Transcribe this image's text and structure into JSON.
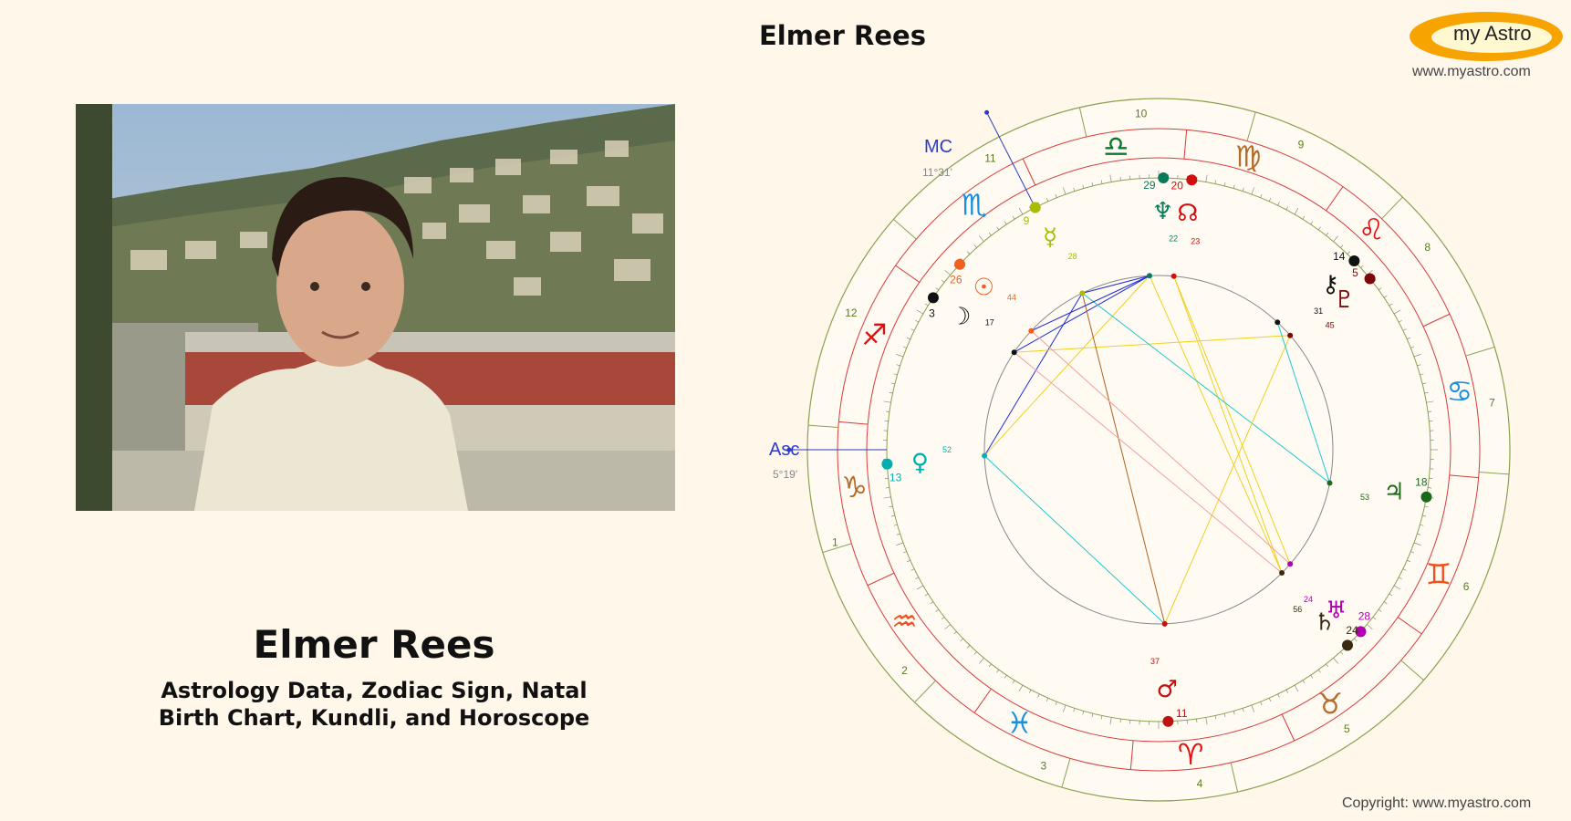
{
  "header": {
    "title": "Elmer Rees"
  },
  "logo": {
    "text": "my Astro",
    "url": "www.myastro.com",
    "accent": "#f7a300"
  },
  "photo": {
    "alt": "Elmer Rees portrait"
  },
  "main": {
    "name": "Elmer Rees",
    "subtitle_line1": "Astrology Data, Zodiac Sign, Natal",
    "subtitle_line2": "Birth Chart, Kundli, and Horoscope"
  },
  "chart": {
    "mc_label": "MC",
    "mc_degree": "11°31'",
    "asc_label": "Asc",
    "asc_degree": "5°19'",
    "house_numbers": [
      "1",
      "2",
      "3",
      "4",
      "5",
      "6",
      "7",
      "8",
      "9",
      "10",
      "11",
      "12"
    ],
    "signs": [
      {
        "glyph": "♈",
        "name": "aries",
        "color": "#e01010"
      },
      {
        "glyph": "♉",
        "name": "taurus",
        "color": "#b56b2a"
      },
      {
        "glyph": "♊",
        "name": "gemini",
        "color": "#f0501e"
      },
      {
        "glyph": "♋",
        "name": "cancer",
        "color": "#1a8fe0"
      },
      {
        "glyph": "♌",
        "name": "leo",
        "color": "#e01010"
      },
      {
        "glyph": "♍",
        "name": "virgo",
        "color": "#b56b2a"
      },
      {
        "glyph": "♎",
        "name": "libra",
        "color": "#0a7a30"
      },
      {
        "glyph": "♏",
        "name": "scorpio",
        "color": "#1a8fe0"
      },
      {
        "glyph": "♐",
        "name": "sagittarius",
        "color": "#e01010"
      },
      {
        "glyph": "♑",
        "name": "capricorn",
        "color": "#b56b2a"
      },
      {
        "glyph": "♒",
        "name": "aquarius",
        "color": "#f0501e"
      },
      {
        "glyph": "♓",
        "name": "pisces",
        "color": "#1a8fe0"
      }
    ],
    "planets": [
      {
        "name": "neptune",
        "glyph": "♆",
        "deg": "29",
        "min": "22",
        "color": "#0a7a5a"
      },
      {
        "name": "north-node",
        "glyph": "☊",
        "deg": "20",
        "min": "23",
        "color": "#d01010"
      },
      {
        "name": "mercury",
        "glyph": "☿",
        "deg": "9",
        "min": "28",
        "color": "#aabb00"
      },
      {
        "name": "sun",
        "glyph": "☉",
        "deg": "26",
        "min": "44",
        "color": "#f06020"
      },
      {
        "name": "moon",
        "glyph": "☽",
        "deg": "3",
        "min": "17",
        "color": "#111111"
      },
      {
        "name": "chiron",
        "glyph": "⚷",
        "deg": "14",
        "min": "31",
        "color": "#111111"
      },
      {
        "name": "pluto",
        "glyph": "♇",
        "deg": "5",
        "min": "45",
        "color": "#7a0a0a"
      },
      {
        "name": "venus",
        "glyph": "♀",
        "deg": "13",
        "min": "52",
        "color": "#00b0b0"
      },
      {
        "name": "jupiter",
        "glyph": "♃",
        "deg": "18",
        "min": "53",
        "color": "#1a6a1a"
      },
      {
        "name": "uranus",
        "glyph": "♅",
        "deg": "28",
        "min": "24",
        "color": "#b000b0"
      },
      {
        "name": "saturn",
        "glyph": "♄",
        "deg": "24",
        "min": "56",
        "color": "#3a2a10"
      },
      {
        "name": "mars",
        "glyph": "♂",
        "deg": "11",
        "min": "37",
        "color": "#c01010"
      }
    ]
  },
  "footer": {
    "copyright": "Copyright: www.myastro.com"
  }
}
